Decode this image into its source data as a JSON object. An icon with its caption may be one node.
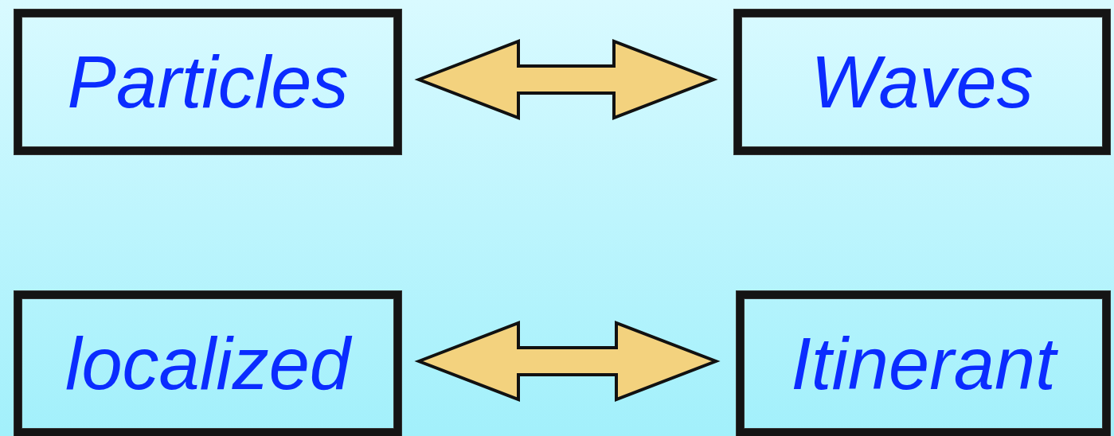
{
  "diagram": {
    "nodes": [
      {
        "text": [
          "Particles"
        ]
      },
      {
        "text": [
          "Waves"
        ]
      },
      {
        "text": [
          "localized"
        ]
      },
      {
        "text": [
          "Itinerant"
        ]
      }
    ],
    "edges": [
      {
        "from": 0,
        "to": 1,
        "arrow": "both"
      },
      {
        "from": 2,
        "to": 3,
        "arrow": "both"
      }
    ]
  }
}
